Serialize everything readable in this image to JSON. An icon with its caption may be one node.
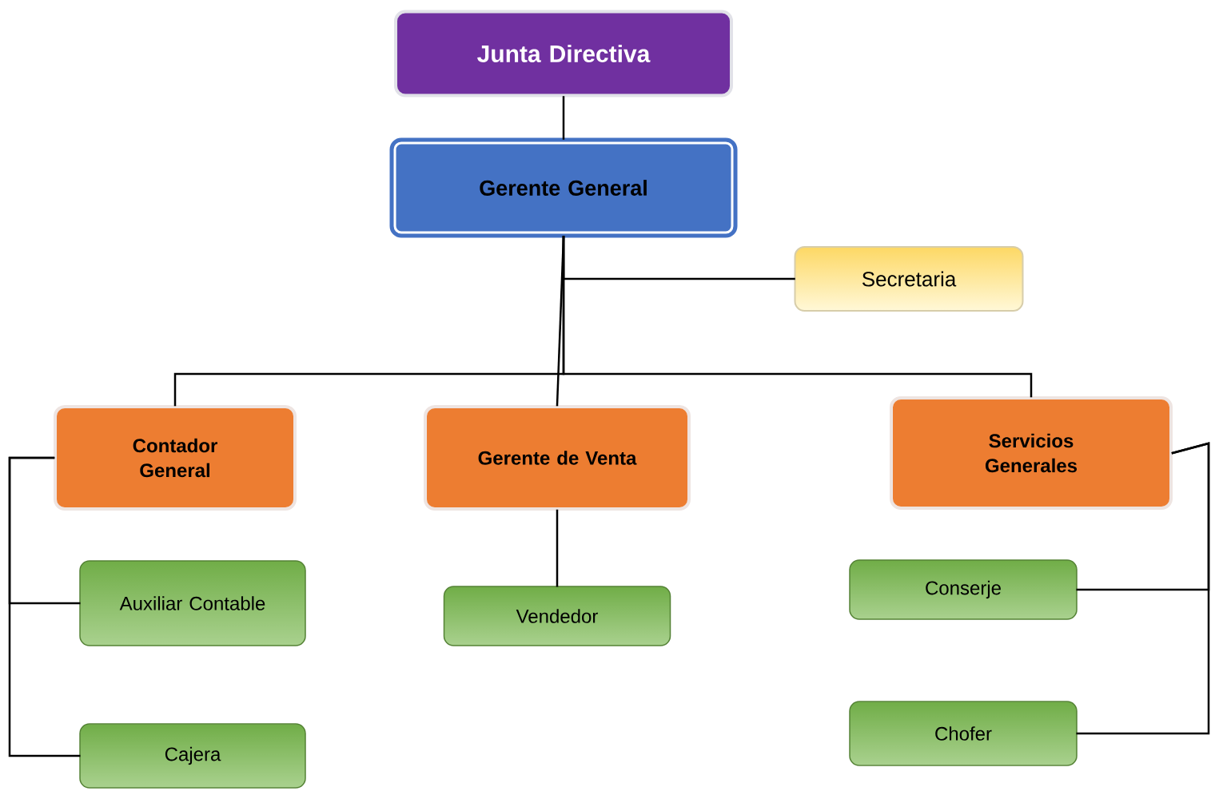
{
  "diagram": {
    "nodes": [
      {
        "text": [
          "Junta Directiva"
        ]
      },
      {
        "text": [
          "Gerente General"
        ]
      },
      {
        "text": [
          "Secretaria"
        ]
      },
      {
        "text": [
          "Contador General"
        ]
      },
      {
        "text": [
          "Gerente de Venta"
        ]
      },
      {
        "text": [
          "Servicios Generales"
        ]
      },
      {
        "text": [
          "Auxiliar Contable"
        ]
      },
      {
        "text": [
          "Cajera"
        ]
      },
      {
        "text": [
          "Vendedor"
        ]
      },
      {
        "text": [
          "Conserje"
        ]
      },
      {
        "text": [
          "Chofer"
        ]
      }
    ],
    "edges": [
      {
        "from": 0,
        "to": 1,
        "arrow": "none"
      },
      {
        "from": 1,
        "to": 2,
        "arrow": "none"
      },
      {
        "from": 1,
        "to": 3,
        "arrow": "none"
      },
      {
        "from": 1,
        "to": 4,
        "arrow": "none"
      },
      {
        "from": 1,
        "to": 5,
        "arrow": "none"
      },
      {
        "from": 3,
        "to": 6,
        "arrow": "none"
      },
      {
        "from": 3,
        "to": 7,
        "arrow": "none"
      },
      {
        "from": 4,
        "to": 8,
        "arrow": "none"
      },
      {
        "from": 5,
        "to": 9,
        "arrow": "none"
      },
      {
        "from": 5,
        "to": 10,
        "arrow": "none"
      }
    ]
  }
}
